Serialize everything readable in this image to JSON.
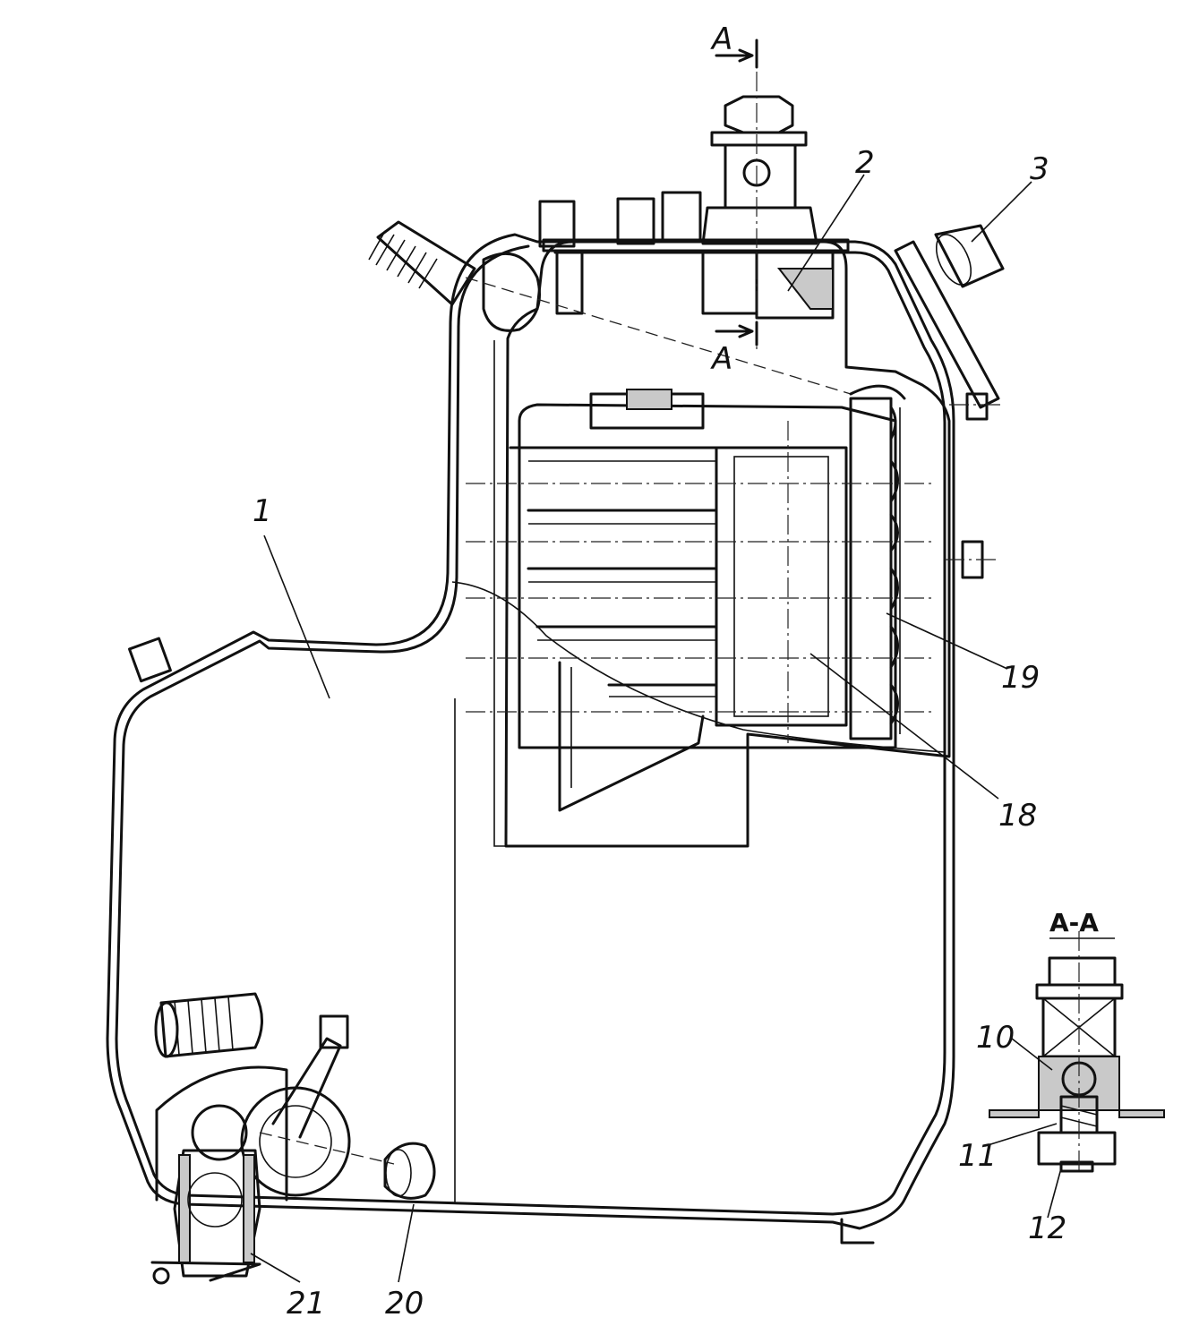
{
  "labels": {
    "l1": "1",
    "l2": "2",
    "l3": "3",
    "l10": "10",
    "l11": "11",
    "l12": "12",
    "l18": "18",
    "l19": "19",
    "l20": "20",
    "l21": "21"
  },
  "section": {
    "mark_top": "A",
    "mark_mid": "A",
    "title": "A-A"
  }
}
